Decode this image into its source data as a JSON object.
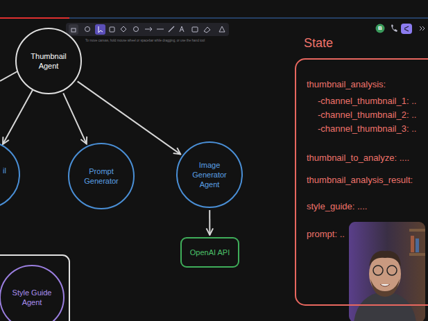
{
  "diagram": {
    "nodes": [
      {
        "text": [
          "Thumbnail Agent"
        ]
      },
      {
        "text": [
          "Prompt Generator"
        ]
      },
      {
        "text": [
          "Image Generator Agent"
        ]
      },
      {
        "text": [
          "OpenAI API"
        ]
      },
      {
        "text": [
          "Style Guide Agent"
        ]
      },
      {
        "text": [
          "State",
          "thumbnail_analysis:",
          "-channel_thumbnail_1: ..",
          "-channel_thumbnail_2: ..",
          "-channel_thumbnail_3: ..",
          "thumbnail_to_analyze: ....",
          "thumbnail_analysis_result:",
          "style_guide: ....",
          "prompt: .."
        ]
      }
    ],
    "edges": [
      {
        "from": 0,
        "to": 1,
        "arrow": "to"
      },
      {
        "from": 0,
        "to": 2,
        "arrow": "to"
      },
      {
        "from": 2,
        "to": 3,
        "arrow": "to"
      }
    ],
    "labels": [
      "To move canvas, hold mouse wheel or spacebar while dragging, or use the hand tool",
      "il",
      "B"
    ]
  }
}
